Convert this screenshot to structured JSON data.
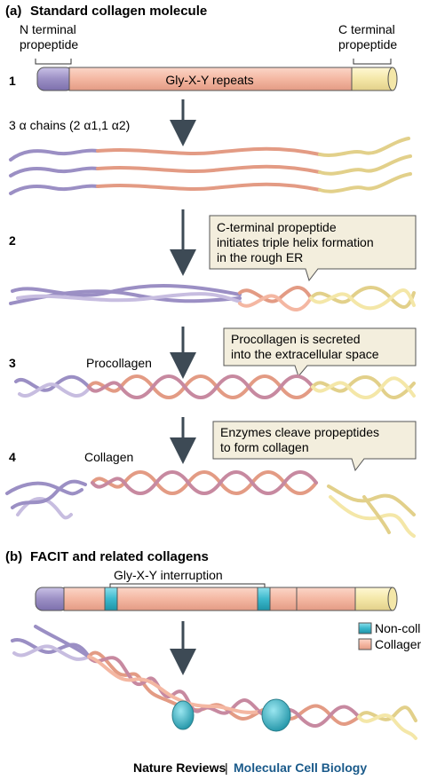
{
  "panel_a": {
    "letter": "(a)",
    "title": "Standard collagen molecule",
    "n_label": [
      "N terminal",
      "propeptide"
    ],
    "c_label": [
      "C terminal",
      "propeptide"
    ],
    "bar_label": "Gly-X-Y repeats",
    "chains_label": "3 α chains (2 α1,1 α2)",
    "steps": [
      "1",
      "2",
      "3",
      "4"
    ],
    "box2": [
      "C-terminal propeptide",
      "initiates triple helix formation",
      "in the rough ER"
    ],
    "box3": [
      "Procollagen is secreted",
      "into the extracellular space"
    ],
    "box4": [
      "Enzymes cleave propeptides",
      "to form collagen"
    ],
    "procollagen_label": "Procollagen",
    "collagen_label": "Collagen"
  },
  "panel_b": {
    "letter": "(b)",
    "title": "FACIT and related collagens",
    "interruption_label": "Gly-X-Y interruption",
    "legend": [
      {
        "label": "Non-collagen",
        "color": "#3bb8cc"
      },
      {
        "label": "Collagen",
        "color": "#f4b7a2"
      }
    ]
  },
  "footer": {
    "journal": "Nature Reviews",
    "separator": "|",
    "subject": "Molecular Cell Biology"
  },
  "colors": {
    "purple": "#9b8fc4",
    "salmon": "#f4b7a2",
    "yellow": "#f4e7a8",
    "cyan": "#3bb8cc",
    "arrow": "#3d4a55",
    "callout_bg": "#f3eedd",
    "journal_blue": "#1a5a8a"
  }
}
